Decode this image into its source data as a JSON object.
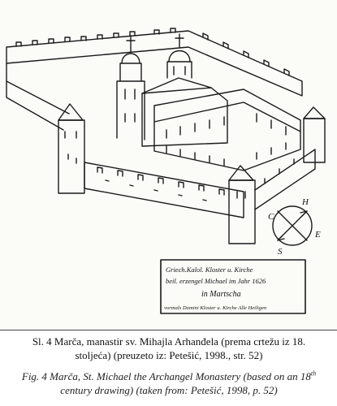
{
  "drawing": {
    "plaque": {
      "line1": "Griech.Kalol. Kloster u. Kirche",
      "line2": "beil. erzengel Michael im Jahr 1626",
      "line3": "in Martscha",
      "line4": "vormals Domini Kloster u. Kirche Alle Heiligen"
    },
    "compass": {
      "north": "H",
      "west": "C",
      "south": "S",
      "east": "E"
    }
  },
  "caption": {
    "croatian_line1": "Sl. 4 Marča, manastir sv. Mihajla Arhanđela (prema crtežu iz 18.",
    "croatian_line2": "stoljeća) (preuzeto iz: Petešić, 1998., str. 52)",
    "english_part1": "Fig. 4 Marča, St. Michael the Archangel Monastery (based on an 18",
    "english_sup": "th",
    "english_part2": "century drawing) (taken from: Petešić, 1998, p. 52)"
  }
}
